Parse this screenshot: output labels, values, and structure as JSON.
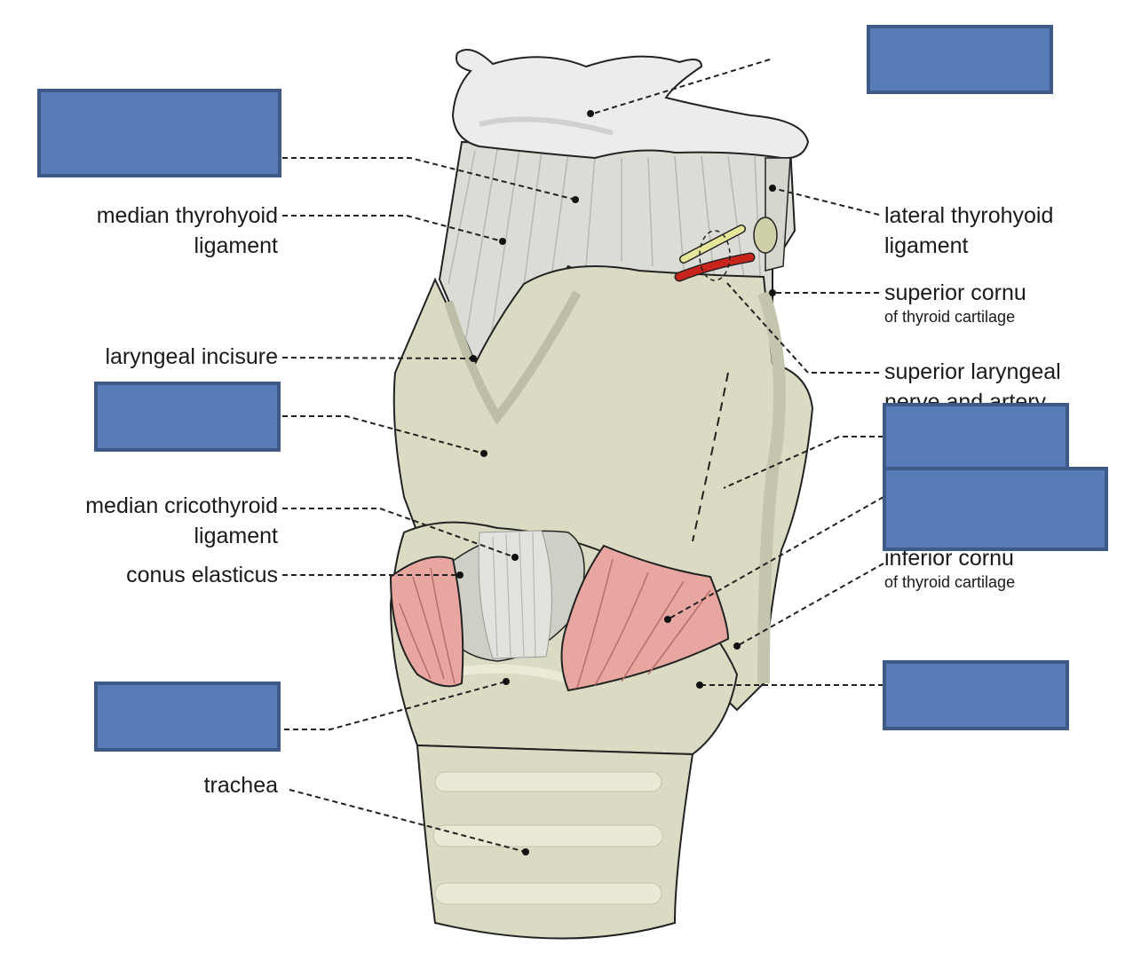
{
  "colors": {
    "cartilage": "#dadbc2",
    "cartilage_dark": "#b9baa2",
    "hyoid": "#ececed",
    "ligament": "#dcdcd6",
    "muscle": "#e7a7a0",
    "nerve": "#e6e69a",
    "artery": "#c8241c",
    "blank_box": "#587cb7",
    "blank_border": "#3f5a87"
  },
  "labels": {
    "median_thyrohyoid": [
      "median thyrohyoid",
      "ligament"
    ],
    "laryngeal_incisure": "laryngeal incisure",
    "median_cricothyroid": [
      "median cricothyroid",
      "ligament"
    ],
    "conus_elasticus": "conus elasticus",
    "trachea": "trachea",
    "lateral_thyrohyoid": [
      "lateral thyrohyoid",
      "ligament"
    ],
    "superior_cornu": {
      "main": "superior cornu",
      "sub": "of thyroid cartilage"
    },
    "superior_laryngeal": [
      "superior laryngeal",
      "nerve and artery"
    ],
    "inferior_cornu": {
      "main": "inferior cornu",
      "sub": "of thyroid cartilage"
    }
  },
  "blank_labels": 7
}
